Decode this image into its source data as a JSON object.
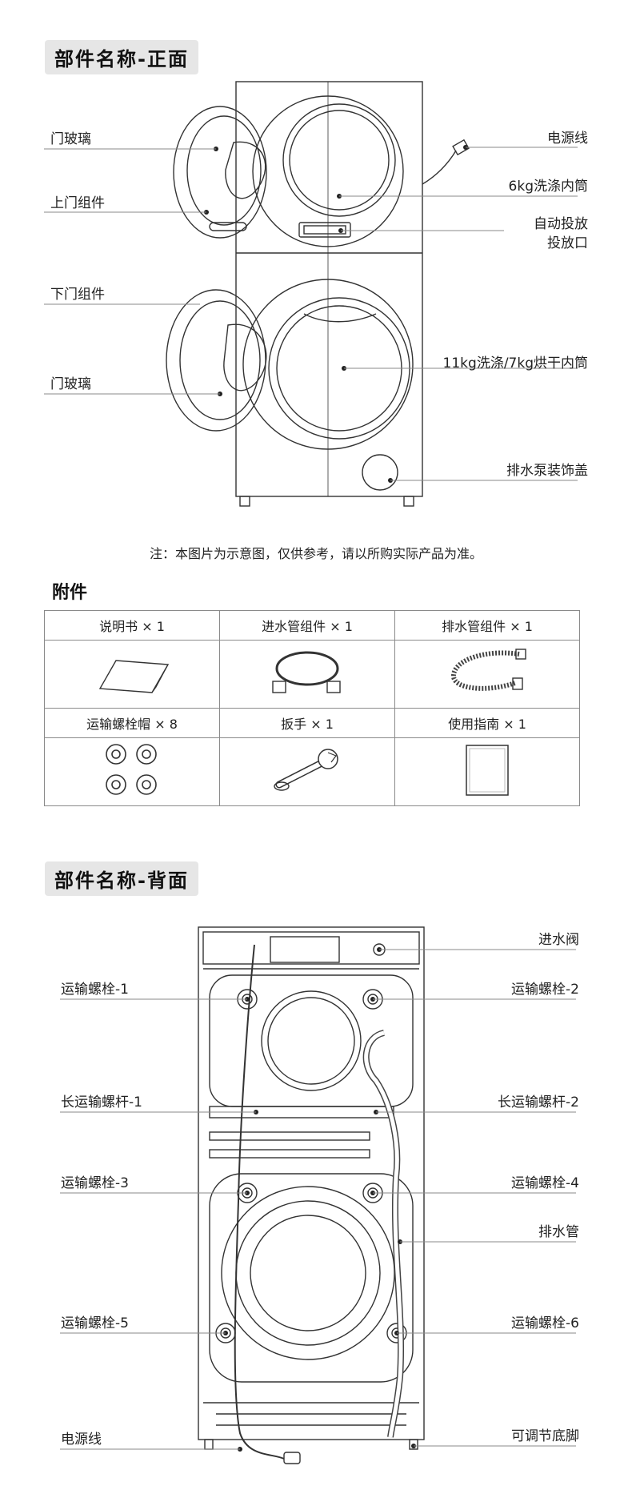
{
  "front": {
    "title": "部件名称-正面",
    "labels_left": [
      "门玻璃",
      "上门组件",
      "下门组件",
      "门玻璃"
    ],
    "labels_right": [
      "电源线",
      "6kg洗涤内筒",
      "自动投放",
      "投放口",
      "11kg洗涤/7kg烘干内筒",
      "排水泵装饰盖"
    ]
  },
  "note": "注：本图片为示意图，仅供参考，请以所购实际产品为准。",
  "accessories": {
    "title": "附件",
    "items": [
      {
        "name": "说明书 × 1",
        "icon": "manual-icon"
      },
      {
        "name": "进水管组件 × 1",
        "icon": "inlet-hose-icon"
      },
      {
        "name": "排水管组件 × 1",
        "icon": "drain-hose-icon"
      },
      {
        "name": "运输螺栓帽 × 8",
        "icon": "bolt-cap-icon"
      },
      {
        "name": "扳手 × 1",
        "icon": "wrench-icon"
      },
      {
        "name": "使用指南 × 1",
        "icon": "guide-card-icon"
      }
    ]
  },
  "back": {
    "title": "部件名称-背面",
    "labels_left": [
      "运输螺栓-1",
      "长运输螺杆-1",
      "运输螺栓-3",
      "运输螺栓-5",
      "电源线"
    ],
    "labels_right": [
      "进水阀",
      "运输螺栓-2",
      "长运输螺杆-2",
      "运输螺栓-4",
      "排水管",
      "运输螺栓-6",
      "可调节底脚"
    ]
  }
}
